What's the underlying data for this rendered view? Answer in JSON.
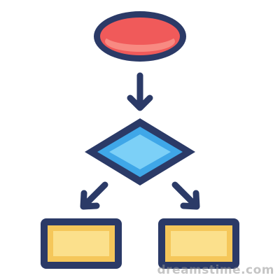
{
  "diagram": {
    "nodes": [
      {
        "id": "start",
        "shape": "ellipse"
      },
      {
        "id": "decision",
        "shape": "diamond"
      },
      {
        "id": "left-process",
        "shape": "rectangle"
      },
      {
        "id": "right-process",
        "shape": "rectangle"
      }
    ],
    "edges": [
      {
        "from": "start",
        "to": "decision"
      },
      {
        "from": "decision",
        "to": "left-process"
      },
      {
        "from": "decision",
        "to": "right-process"
      }
    ]
  },
  "colors": {
    "outline": "#2b3a67",
    "ellipse_fill": "#f05a5a",
    "ellipse_highlight": "#f88a82",
    "diamond_fill": "#3fa7e8",
    "diamond_highlight": "#7cd0f7",
    "rect_fill": "#f5c75a",
    "rect_highlight": "#fbe08c"
  },
  "watermark": "dreamstime.com"
}
